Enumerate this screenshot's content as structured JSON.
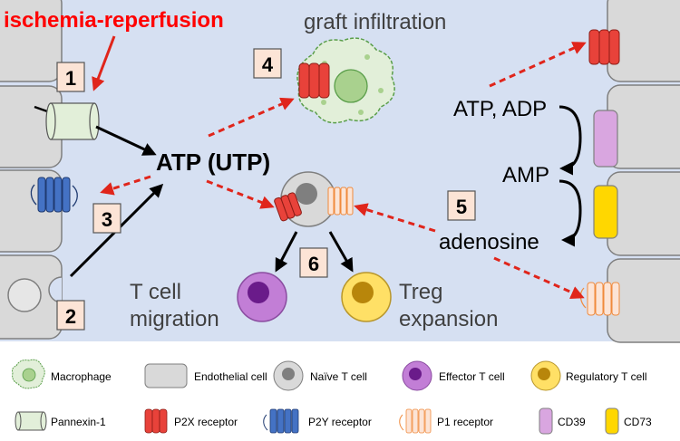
{
  "title": "ischemia-reperfusion",
  "labels": {
    "graft": "graft infiltration",
    "atp_utp": "ATP (UTP)",
    "atp_adp": "ATP, ADP",
    "amp": "AMP",
    "adenosine": "adenosine",
    "tcell_line1": "T cell",
    "tcell_line2": "migration",
    "treg_line1": "Treg",
    "treg_line2": "expansion"
  },
  "steps": [
    "1",
    "2",
    "3",
    "4",
    "5",
    "6"
  ],
  "legend": [
    {
      "label": "Macrophage",
      "icon": "macrophage-icon"
    },
    {
      "label": "Endothelial cell",
      "icon": "endothelial-cell-icon"
    },
    {
      "label": "Naïve T cell",
      "icon": "naive-t-cell-icon"
    },
    {
      "label": "Effector T cell",
      "icon": "effector-t-cell-icon"
    },
    {
      "label": "Regulatory T cell",
      "icon": "regulatory-t-cell-icon"
    },
    {
      "label": "Pannexin-1",
      "icon": "pannexin-icon"
    },
    {
      "label": "P2X receptor",
      "icon": "p2x-receptor-icon"
    },
    {
      "label": "P2Y receptor",
      "icon": "p2y-receptor-icon"
    },
    {
      "label": "P1 receptor",
      "icon": "p1-receptor-icon"
    },
    {
      "label": "CD39",
      "icon": "cd39-icon"
    },
    {
      "label": "CD73",
      "icon": "cd73-icon"
    }
  ],
  "colors": {
    "background": "#d6e0f2",
    "title_red": "#ff0000",
    "arrow_red": "#e0251b",
    "black": "#000000",
    "cell_grey": "#d9d9d9",
    "badge_fill": "#fce4d6",
    "p2x_red": "#e8423a",
    "p2y_blue": "#4472c4",
    "p1_orange": "#f4a066",
    "pannexin_green": "#e2efd9",
    "cd39_purple": "#d9a6e0",
    "cd73_yellow": "#ffd700",
    "effector_purple": "#c27ed6",
    "treg_yellow": "#ffe066"
  }
}
